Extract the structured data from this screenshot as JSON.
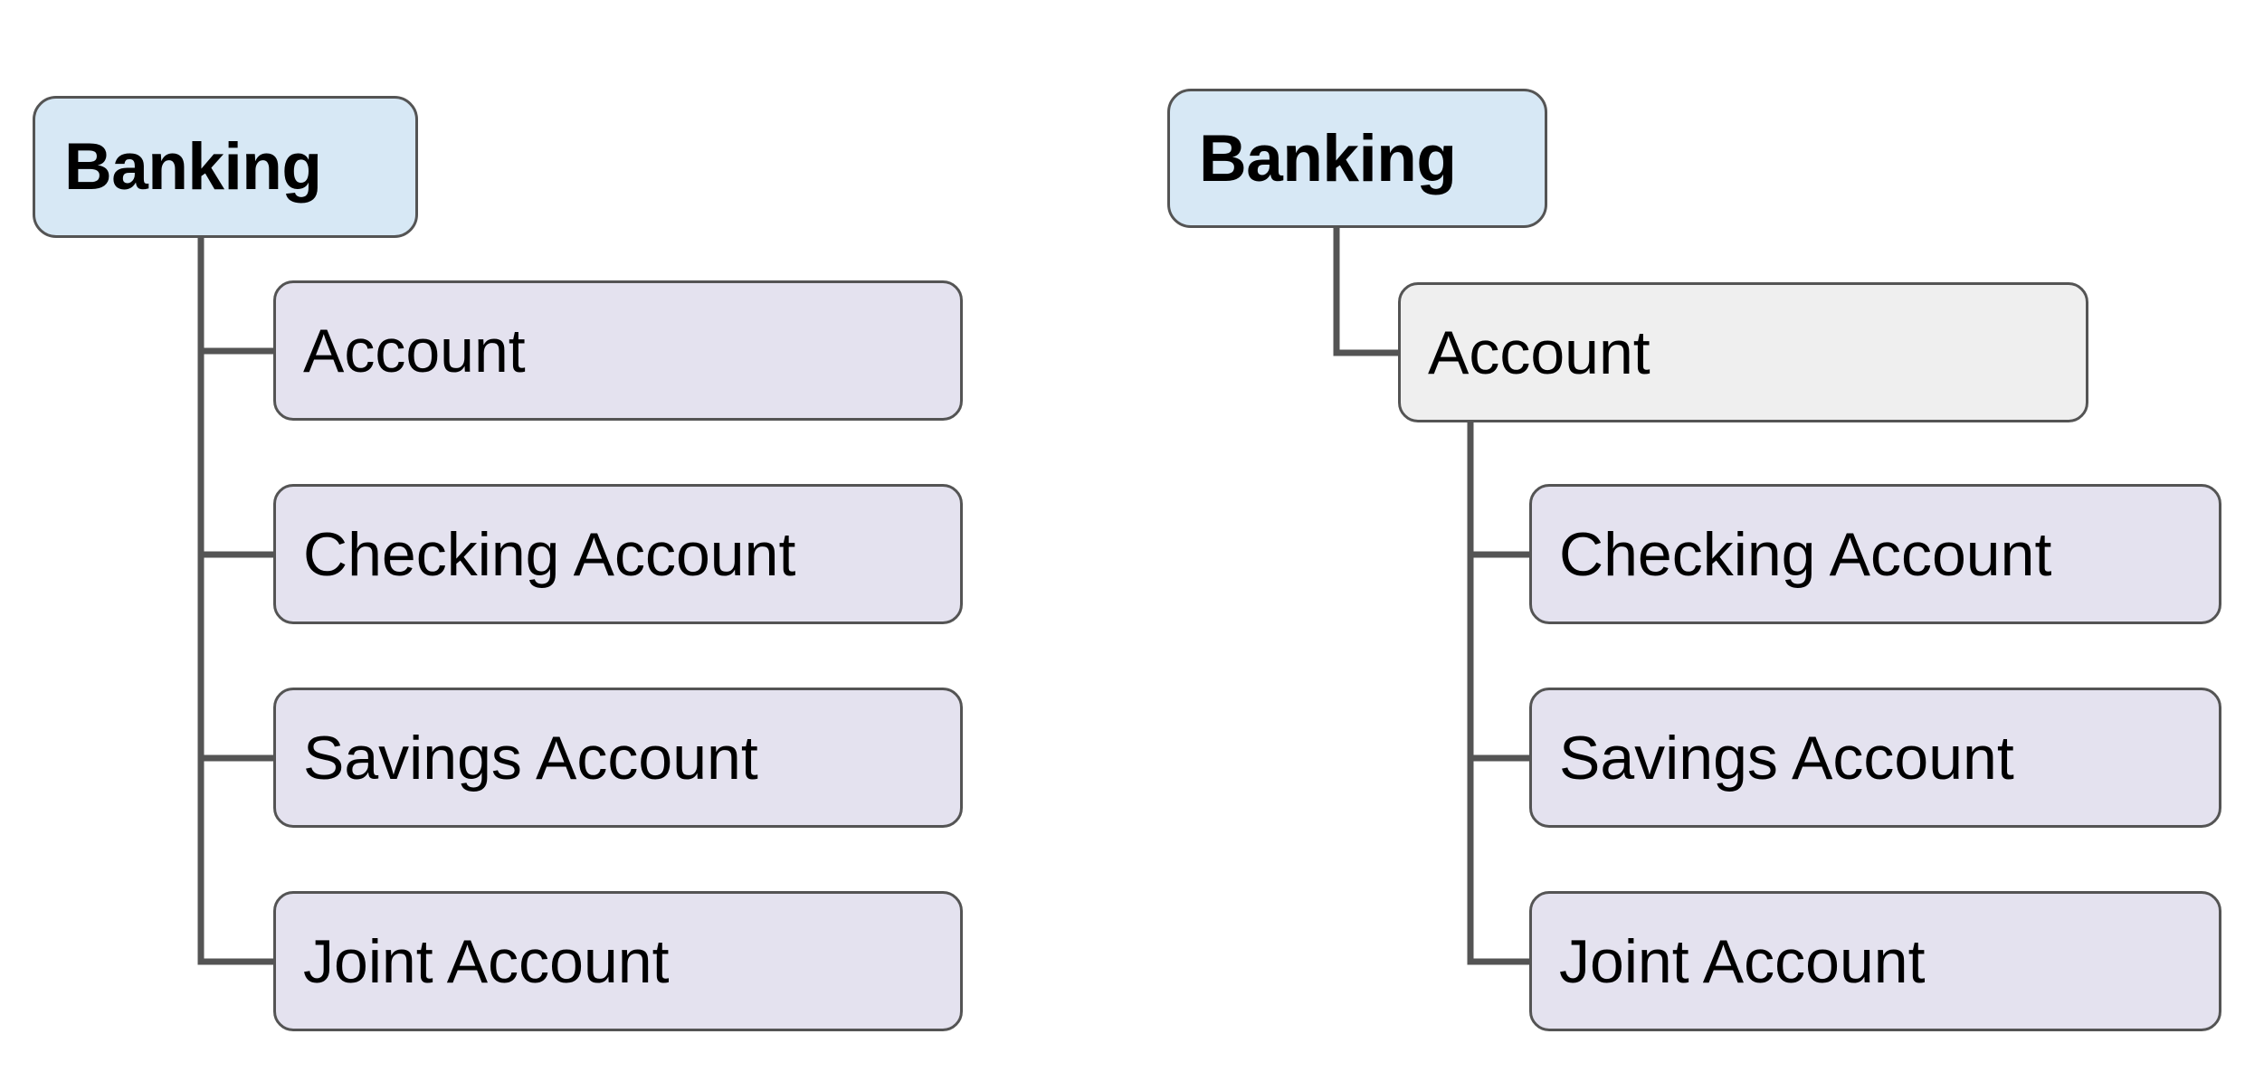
{
  "diagram": {
    "background_color": "#FFFFFF",
    "edge_color": "#545454",
    "border_color": "#545454",
    "root_fill": "#D7E8F5",
    "leaf_fill": "#E4E2EF",
    "branch_fill": "#EFEFEF",
    "trees": [
      {
        "id": "flat-tree",
        "position": "left",
        "root": {
          "label": "Banking"
        },
        "children": [
          {
            "label": "Account"
          },
          {
            "label": "Checking Account"
          },
          {
            "label": "Savings Account"
          },
          {
            "label": "Joint Account"
          }
        ]
      },
      {
        "id": "nested-tree",
        "position": "right",
        "root": {
          "label": "Banking"
        },
        "children": [
          {
            "label": "Account",
            "children": [
              {
                "label": "Checking Account"
              },
              {
                "label": "Savings Account"
              },
              {
                "label": "Joint Account"
              }
            ]
          }
        ]
      }
    ]
  }
}
